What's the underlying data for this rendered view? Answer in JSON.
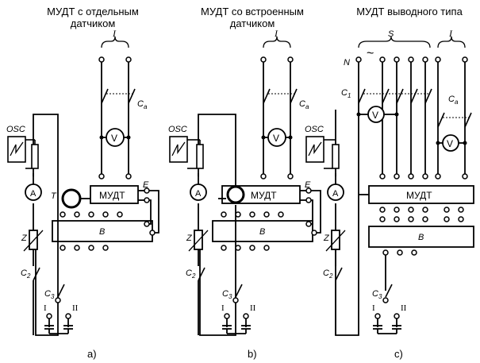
{
  "titles": {
    "a": [
      "МУДТ с отдельным",
      "датчиком"
    ],
    "b": [
      "МУДТ со встроенным",
      "датчиком"
    ],
    "c": "МУДТ выводного типа"
  },
  "captions": {
    "a": "a)",
    "b": "b)",
    "c": "c)"
  },
  "labels": {
    "current": "I",
    "supply": "S",
    "neutral": "N",
    "tilde": "~",
    "switch_a": "C",
    "switch_a_sub": "a",
    "switch_1": "C",
    "switch_1_sub": "1",
    "switch_2": "C",
    "switch_2_sub": "2",
    "switch_3": "C",
    "switch_3_sub": "3",
    "osc": "OSC",
    "ammeter": "A",
    "voltmeter": "V",
    "sensor": "T",
    "mudt": "МУДТ",
    "block_b": "B",
    "terminal_e": "E",
    "impedance_z": "Z",
    "pos_1": "I",
    "pos_2": "II"
  }
}
